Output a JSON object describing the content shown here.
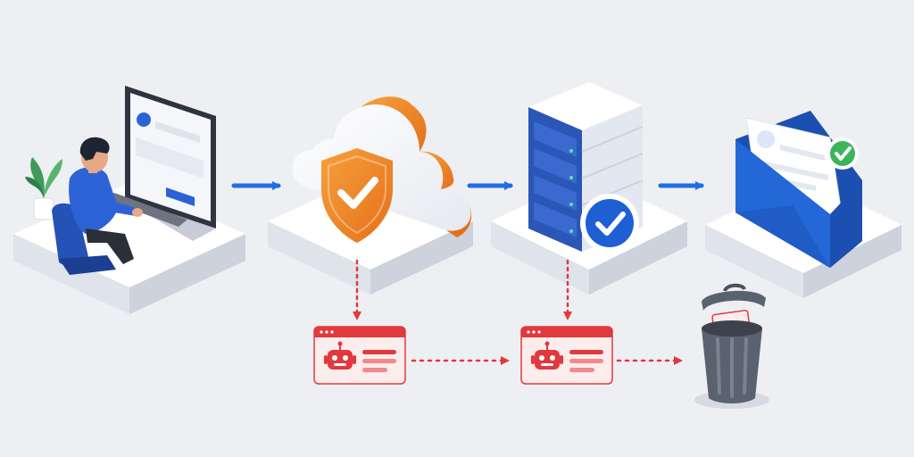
{
  "diagram": {
    "style": "isometric-flow",
    "colors": {
      "background": "#eeeff2",
      "platform_top": "#ffffff",
      "platform_side": "#d9dde6",
      "flow_arrow": "#1f6fe0",
      "spam_red": "#e0393e",
      "shield_orange": "#f08a24",
      "check_green": "#3cb55a",
      "server_blue": "#2a56b8",
      "envelope_blue": "#2468d8",
      "trash_gray": "#5a6270"
    },
    "nodes": [
      {
        "id": "user",
        "icon": "user-laptop-icon"
      },
      {
        "id": "cloud-filter",
        "icon": "cloud-shield-check-icon"
      },
      {
        "id": "mail-server",
        "icon": "server-check-icon"
      },
      {
        "id": "inbox",
        "icon": "envelope-check-icon"
      }
    ],
    "spam_nodes": [
      {
        "id": "spam-1",
        "icon": "robot-message-icon"
      },
      {
        "id": "spam-2",
        "icon": "robot-message-icon"
      },
      {
        "id": "trash",
        "icon": "trash-can-icon"
      }
    ],
    "edges": [
      {
        "from": "user",
        "to": "cloud-filter",
        "style": "solid"
      },
      {
        "from": "cloud-filter",
        "to": "mail-server",
        "style": "solid"
      },
      {
        "from": "mail-server",
        "to": "inbox",
        "style": "solid"
      },
      {
        "from": "cloud-filter",
        "to": "spam-1",
        "style": "dotted"
      },
      {
        "from": "spam-1",
        "to": "spam-2",
        "style": "dotted"
      },
      {
        "from": "mail-server",
        "to": "spam-2",
        "style": "dotted"
      },
      {
        "from": "spam-2",
        "to": "trash",
        "style": "dotted"
      }
    ]
  }
}
